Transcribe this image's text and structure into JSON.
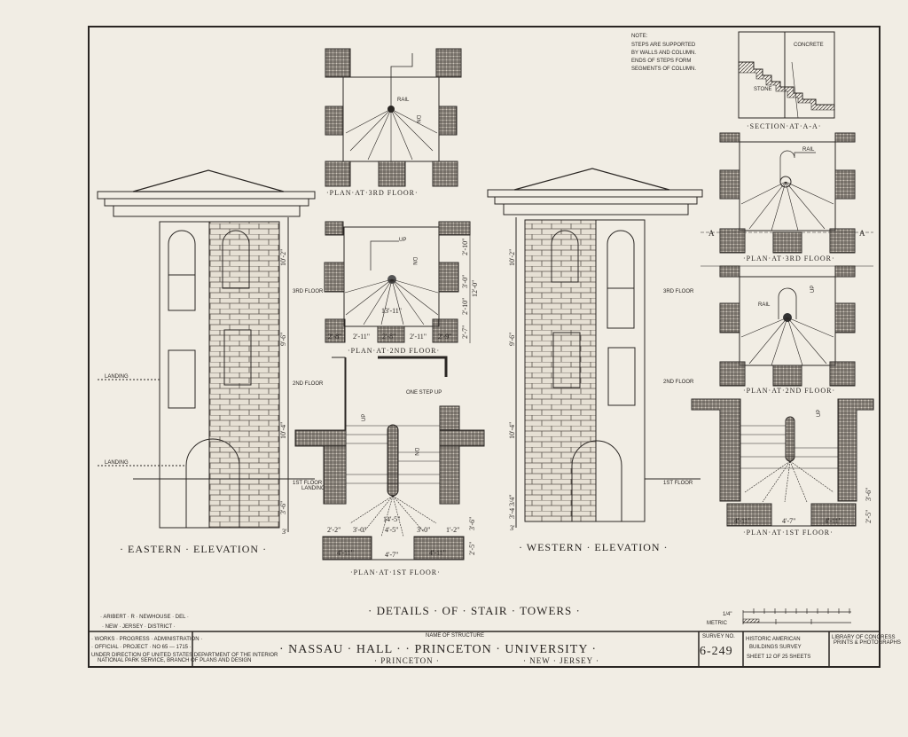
{
  "note": {
    "heading": "NOTE:",
    "lines": [
      "STEPS ARE SUPPORTED",
      "BY WALLS AND COLUMN.",
      "ENDS OF STEPS FORM",
      "SEGMENTS OF COLUMN."
    ]
  },
  "section": {
    "title": "·SECTION·AT·A-A·",
    "concrete": "CONCRETE",
    "stone": "STONE",
    "marker": "A"
  },
  "elevations": {
    "eastern": {
      "title": "· EASTERN · ELEVATION ·",
      "landing1": "LANDING",
      "landing2": "LANDING",
      "floor3": "3RD FLOOR",
      "floor2": "2ND FLOOR",
      "floor1": "1ST FLOOR",
      "landing_label": "LANDING",
      "dims": [
        "10'-2\"",
        "9'-6\"",
        "10'-4\"",
        "3'-6\"",
        "3'"
      ]
    },
    "western": {
      "title": "· WESTERN · ELEVATION ·",
      "floor3": "3RD FLOOR",
      "floor2": "2ND FLOOR",
      "floor1": "1ST FLOOR",
      "dims": [
        "10'-2\"",
        "9'-6\"",
        "10'-4\"",
        "3'-4 3/4\"",
        "3'"
      ]
    }
  },
  "plans": {
    "center_3rd": {
      "title": "·PLAN·AT·3RD FLOOR·",
      "rail": "RAIL",
      "dn": "DN"
    },
    "center_2nd": {
      "title": "·PLAN·AT·2ND FLOOR·",
      "up": "UP",
      "dn": "DN",
      "width": "13'-11\"",
      "dims_bottom": [
        "2'-8\"",
        "2'-11\"",
        "2'-8\"",
        "2'-11\"",
        "2'-9\""
      ],
      "dims_side": [
        "2'-10\"",
        "3'-0\"",
        "2'-10\"",
        "2'-7\"",
        "12'-0\""
      ]
    },
    "center_1st": {
      "title": "·PLAN·AT·1ST FLOOR·",
      "up": "UP",
      "dn": "DN",
      "one_step_up": "ONE STEP UP",
      "width": "14'-5\"",
      "dims_row": [
        "2'-2\"",
        "3'-0\"",
        "4'-5\"",
        "3'-0\"",
        "1'-2\""
      ],
      "dims_bottom": [
        "4'-11\"",
        "4'-7\"",
        "4'-11\""
      ],
      "dims_side": [
        "3'-6\"",
        "2'-5\""
      ]
    },
    "right_3rd": {
      "title": "·PLAN·AT·3RD FLOOR·",
      "rail": "RAIL"
    },
    "right_2nd": {
      "title": "·PLAN·AT·2ND FLOOR·",
      "up": "UP",
      "rail": "RAIL"
    },
    "right_1st": {
      "title": "·PLAN·AT·1ST FLOOR·",
      "up": "UP",
      "dims_bottom": [
        "4'-11\"",
        "4'-7\"",
        "4'-11\""
      ],
      "dims_side": [
        "3'-6\"",
        "2'-5\""
      ]
    }
  },
  "drawing_title": "· DETAILS · OF · STAIR · TOWERS ·",
  "scale": {
    "label": "1/4\"",
    "metric": "METRIC"
  },
  "delineator": {
    "name": "· ARIBERT · R · NEWHOUSE · DEL ·",
    "district": "· NEW · JERSEY · DISTRICT ·"
  },
  "title_block": {
    "agency_line1": "· WORKS · PROGRESS · ADMINISTRATION ·",
    "agency_line2": "· OFFICIAL · PROJECT · NO 65 --- 1715 ·",
    "agency_line3": "UNDER DIRECTION OF UNITED STATES DEPARTMENT OF THE INTERIOR",
    "agency_line4": "NATIONAL PARK SERVICE, BRANCH OF PLANS AND DESIGN",
    "name_of_structure_label": "NAME OF STRUCTURE",
    "structure_name": "· NASSAU · HALL · · PRINCETON · UNIVERSITY ·",
    "location_city": "· PRINCETON ·",
    "location_state": "· NEW · JERSEY ·",
    "survey_no_label": "SURVEY NO.",
    "survey_no": "6-249",
    "habs_line1": "HISTORIC AMERICAN",
    "habs_line2": "BUILDINGS SURVEY",
    "sheet": "SHEET 12 OF 25 SHEETS",
    "library_stamp_1": "LIBRARY OF CONGRESS",
    "library_stamp_2": "PRINTS & PHOTOGRAPHS"
  }
}
